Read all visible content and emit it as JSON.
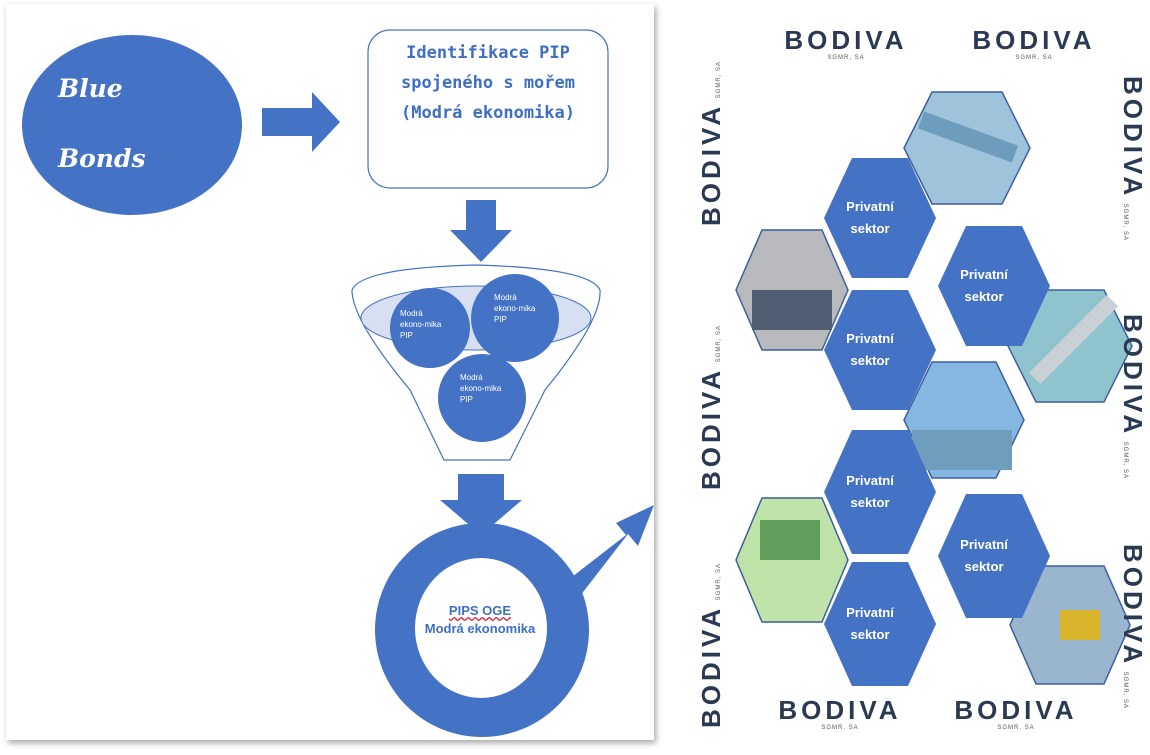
{
  "left": {
    "blue_bonds_line1": "Blue",
    "blue_bonds_line2": "Bonds",
    "identify_box": "Identifikace PIP spojeného s mořem (Modrá ekonomika)",
    "funnel_circle_label": "Modrá ekono-mika PIP",
    "result_line1": "PIPS OGE",
    "result_line2": "Modrá ekonomika"
  },
  "right": {
    "logo_name": "BODIVA",
    "logo_sub": "SGMR, SA",
    "hex_label": "Privatní sektor"
  },
  "colors": {
    "primary_blue": "#4472c4",
    "light_blue_fill": "#d6e0f2",
    "box_text": "#3f6fc4",
    "logo_text": "#2a3a52"
  }
}
